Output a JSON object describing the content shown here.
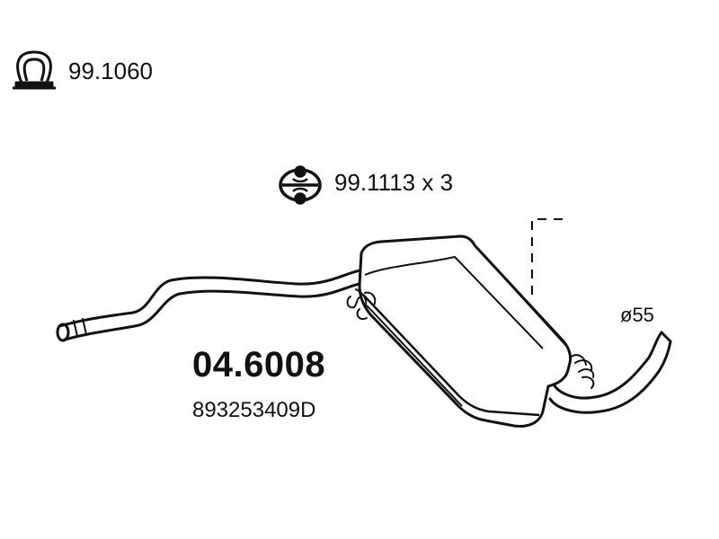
{
  "diagram": {
    "clamp": {
      "icon": "pipe-clamp-icon",
      "part_number": "99.1060"
    },
    "hanger": {
      "icon": "rubber-hanger-icon",
      "part_number": "99.1113 x 3"
    },
    "product": {
      "part_number": "04.6008",
      "oem_number": "893253409D"
    },
    "outlet_diameter": "ø55"
  }
}
